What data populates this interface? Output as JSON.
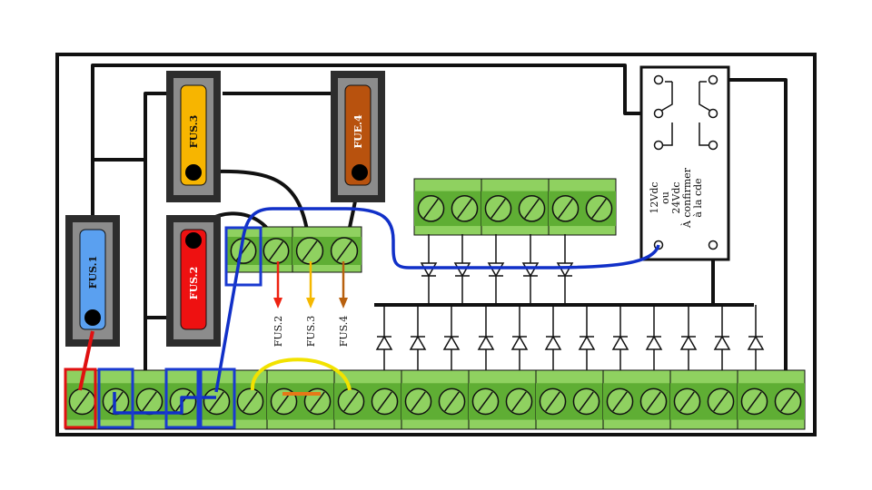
{
  "fuses": {
    "fus1": {
      "label": "FUS.1",
      "color": "#5aa0f0"
    },
    "fus2": {
      "label": "FUS.2",
      "color": "#ee1111"
    },
    "fus3": {
      "label": "FUS.3",
      "color": "#f7b500"
    },
    "fus4": {
      "label": "FUE.4",
      "color": "#b8520e"
    }
  },
  "outputs": {
    "fus2": {
      "label": "FUS.2",
      "color": "#ee2211"
    },
    "fus3": {
      "label": "FUS.3",
      "color": "#f5b800"
    },
    "fus4": {
      "label": "FUS.4",
      "color": "#b8600e"
    }
  },
  "relay": {
    "lines": [
      "12Vdc",
      "ou",
      "24Vdc",
      "À confirmer",
      "à la cde"
    ]
  },
  "colors": {
    "terminal_green": "#8fd160",
    "terminal_green_dark": "#5fae34",
    "holder_dark": "#2d2d2d",
    "holder_grey": "#8c8c8c",
    "wire_black": "#111111",
    "wire_blue": "#1130c8",
    "wire_red": "#e01010",
    "wire_yellow": "#f2e200",
    "wire_orange": "#e67817",
    "highlight_red": "#e01010",
    "highlight_blue": "#1a3ad0"
  }
}
